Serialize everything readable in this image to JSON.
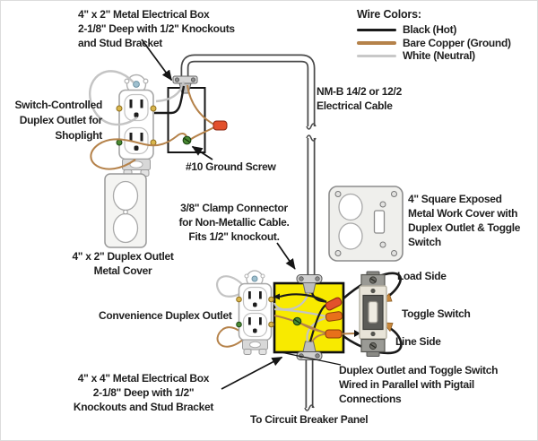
{
  "diagram": {
    "title_implicit": "Shop light duplex outlet and toggle switch wiring diagram",
    "labels": {
      "box_4x2": "4\" x 2\" Metal Electrical Box\n2-1/8\" Deep with 1/2\" Knockouts\nand Stud Bracket",
      "switch_controlled_outlet": "Switch-Controlled\nDuplex Outlet for\nShoplight",
      "ground_screw": "#10 Ground Screw",
      "nmb_cable": "NM-B 14/2 or 12/2\nElectrical Cable",
      "duplex_cover_4x2": "4\" x 2\" Duplex Outlet\nMetal Cover",
      "clamp_connector": "3/8\" Clamp Connector\nfor Non-Metallic Cable.\nFits  1/2\" knockout.",
      "square_work_cover": "4\" Square Exposed\nMetal Work Cover with\nDuplex Outlet & Toggle\nSwitch",
      "convenience_outlet": "Convenience Duplex Outlet",
      "load_side": "Load Side",
      "toggle_switch": "Toggle Switch",
      "line_side": "Line Side",
      "box_4x4": "4\" x 4\" Metal Electrical Box\n2-1/8\" Deep with 1/2\"\nKnockouts and Stud Bracket",
      "parallel_wiring": "Duplex Outlet and Toggle Switch\nWired in Parallel with Pigtail\nConnections",
      "breaker_panel": "To Circuit Breaker Panel"
    },
    "legend": {
      "title": "Wire Colors:",
      "items": [
        {
          "label": "Black (Hot)",
          "color": "#1a1a1a"
        },
        {
          "label": "Bare Copper (Ground)",
          "color": "#b5824a"
        },
        {
          "label": "White (Neutral)",
          "color": "#c8c8c8"
        }
      ]
    },
    "colors": {
      "black_hot_wire": "#1a1a1a",
      "bare_copper_wire": "#b5824a",
      "white_neutral_wire": "#c8c8c8",
      "junction_box_yellow": "#f8ea00",
      "wire_nut_orange": "#e8701a",
      "wire_nut_red": "#e2502c",
      "ground_screw_green": "#4a8a33"
    }
  }
}
